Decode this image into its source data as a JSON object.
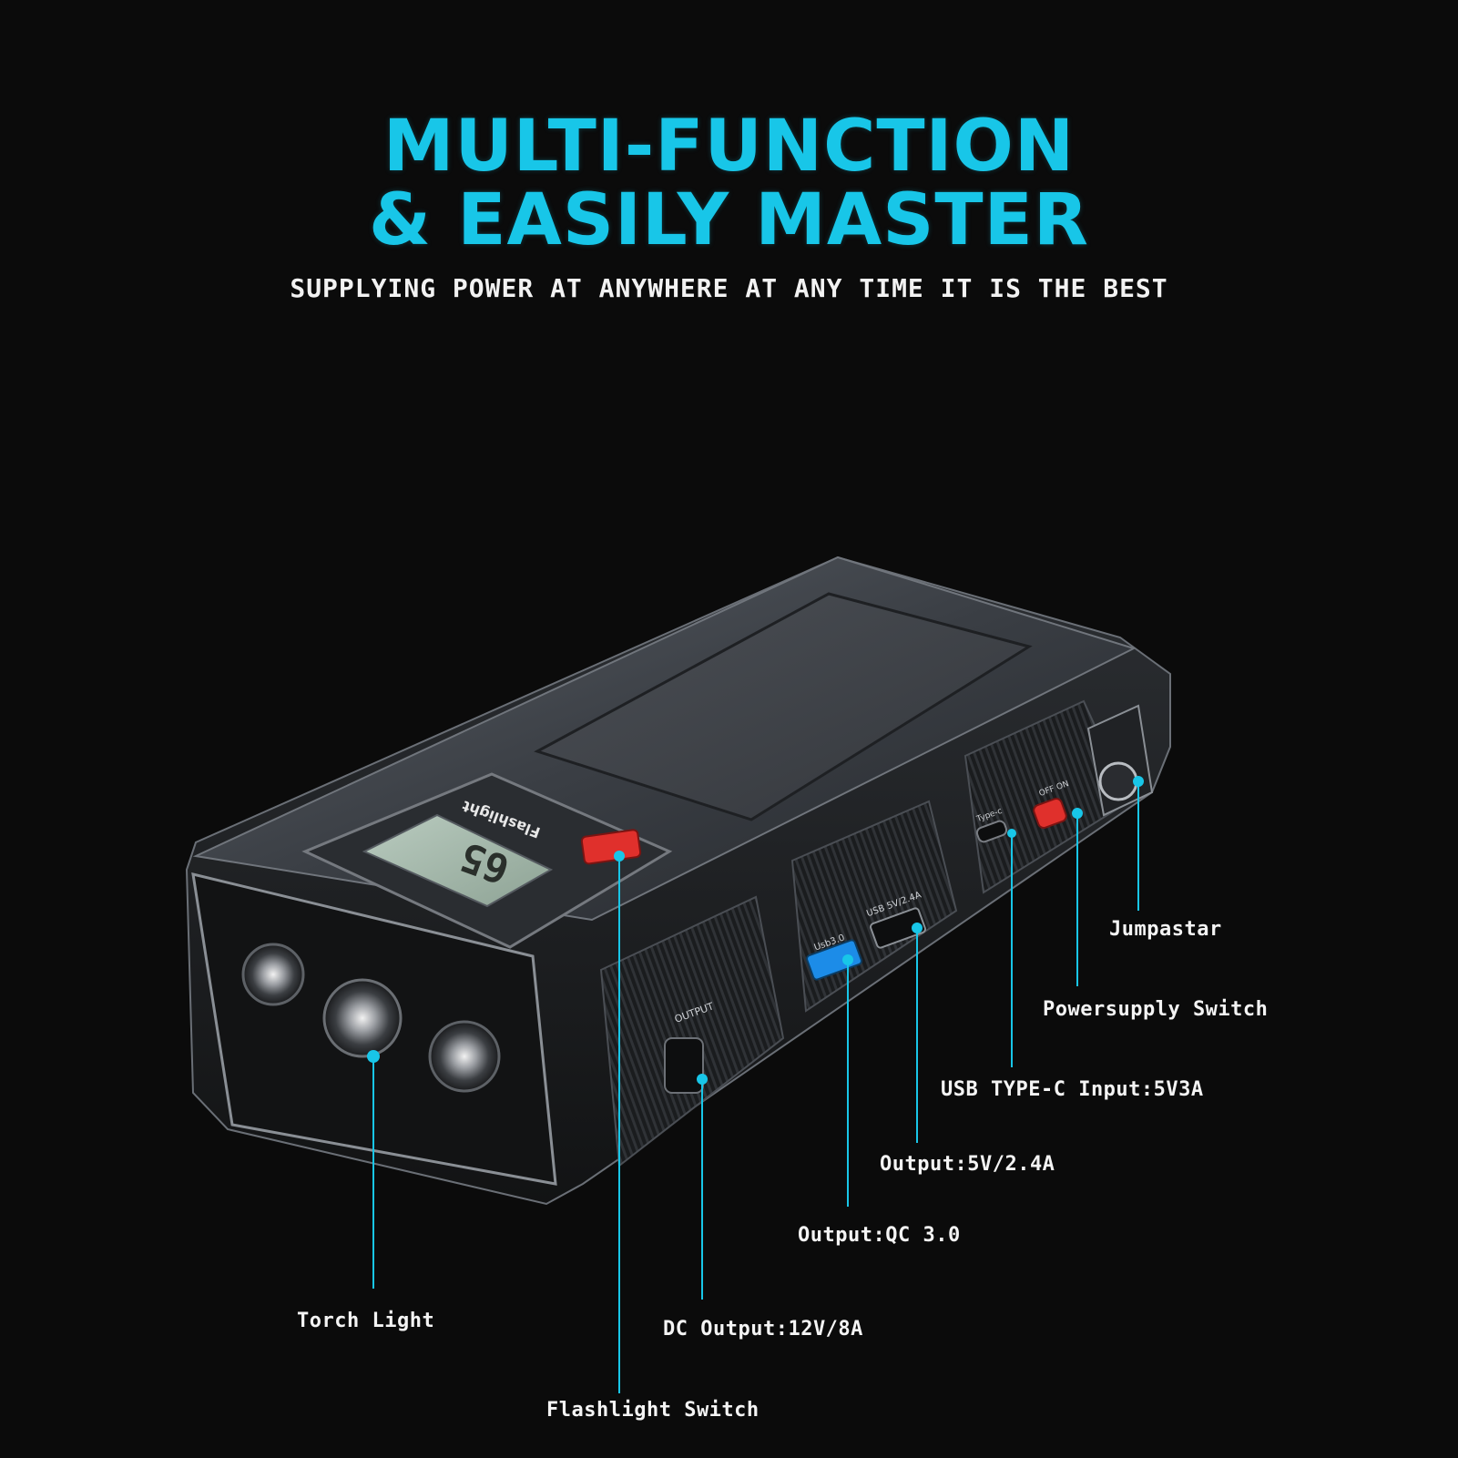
{
  "header": {
    "title_line1": "MULTI-FUNCTION",
    "title_line2": "& EASILY MASTER",
    "tagline": "SUPPLYING POWER AT ANYWHERE AT ANY TIME IT IS THE BEST"
  },
  "device": {
    "panel_label": "Flashlight",
    "lcd_reading": "65",
    "port_labels": {
      "dc": "OUTPUT",
      "qc": "Usb3.0",
      "usb": "USB 5V/2.4A",
      "typec": "Type-c",
      "power": "OFF ON"
    }
  },
  "callouts": {
    "jumpstart": "Jumpastar",
    "power_switch": "Powersupply Switch",
    "typec": "USB TYPE-C Input:5V3A",
    "usb_out": "Output:5V/2.4A",
    "qc_out": "Output:QC 3.0",
    "torch": "Torch Light",
    "dc_out": "DC Output:12V/8A",
    "flash_switch": "Flashlight Switch"
  },
  "colors": {
    "accent": "#18c6e8",
    "background": "#0b0b0b",
    "switch_red": "#e0302c",
    "lcd": "#9fb3a5"
  }
}
